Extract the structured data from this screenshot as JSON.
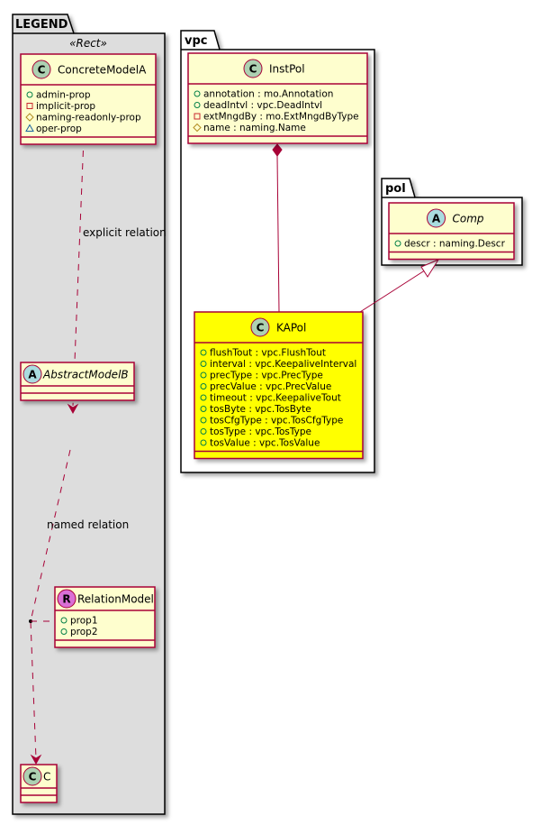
{
  "colors": {
    "class_fill": "#FEFECE",
    "class_border": "#A80036",
    "highlight_fill": "#FFFF00",
    "legend_fill": "#DDDDDD",
    "badge_class": "#ADD1B2",
    "badge_abstract": "#A9DCDF",
    "badge_relation": "#DA70D6",
    "vis_public": "#038048",
    "vis_private": "#C82930",
    "vis_protected": "#B38D22",
    "vis_package": "#1963A0"
  },
  "packages": {
    "legend": {
      "title": "LEGEND",
      "stereotype": "«Rect»"
    },
    "vpc": {
      "title": "vpc"
    },
    "pol": {
      "title": "pol"
    }
  },
  "classes": {
    "concrete_model_a": {
      "badge": "C",
      "name": "ConcreteModelA",
      "attributes": [
        {
          "vis": "public",
          "text": "admin-prop"
        },
        {
          "vis": "private",
          "text": "implicit-prop"
        },
        {
          "vis": "protected",
          "text": "naming-readonly-prop"
        },
        {
          "vis": "package",
          "text": "oper-prop"
        }
      ]
    },
    "abstract_model_b": {
      "badge": "A",
      "name": "AbstractModelB",
      "attributes": []
    },
    "relation_model": {
      "badge": "R",
      "name": "RelationModel",
      "attributes": [
        {
          "vis": "public",
          "text": "prop1"
        },
        {
          "vis": "public",
          "text": "prop2"
        }
      ]
    },
    "c": {
      "badge": "C",
      "name": "C",
      "attributes": []
    },
    "inst_pol": {
      "badge": "C",
      "name": "InstPol",
      "attributes": [
        {
          "vis": "public",
          "text": "annotation : mo.Annotation"
        },
        {
          "vis": "public",
          "text": "deadIntvl : vpc.DeadIntvl"
        },
        {
          "vis": "private",
          "text": "extMngdBy : mo.ExtMngdByType"
        },
        {
          "vis": "protected",
          "text": "name : naming.Name"
        }
      ]
    },
    "ka_pol": {
      "badge": "C",
      "name": "KAPol",
      "attributes": [
        {
          "vis": "public",
          "text": "flushTout : vpc.FlushTout"
        },
        {
          "vis": "public",
          "text": "interval : vpc.KeepaliveInterval"
        },
        {
          "vis": "public",
          "text": "precType : vpc.PrecType"
        },
        {
          "vis": "public",
          "text": "precValue : vpc.PrecValue"
        },
        {
          "vis": "public",
          "text": "timeout : vpc.KeepaliveTout"
        },
        {
          "vis": "public",
          "text": "tosByte : vpc.TosByte"
        },
        {
          "vis": "public",
          "text": "tosCfgType : vpc.TosCfgType"
        },
        {
          "vis": "public",
          "text": "tosType : vpc.TosType"
        },
        {
          "vis": "public",
          "text": "tosValue : vpc.TosValue"
        }
      ]
    },
    "comp": {
      "badge": "A",
      "name": "Comp",
      "attributes": [
        {
          "vis": "public",
          "text": "descr : naming.Descr"
        }
      ]
    }
  },
  "relations": {
    "explicit": {
      "label": "explicit relation"
    },
    "named": {
      "label": "named relation"
    }
  }
}
